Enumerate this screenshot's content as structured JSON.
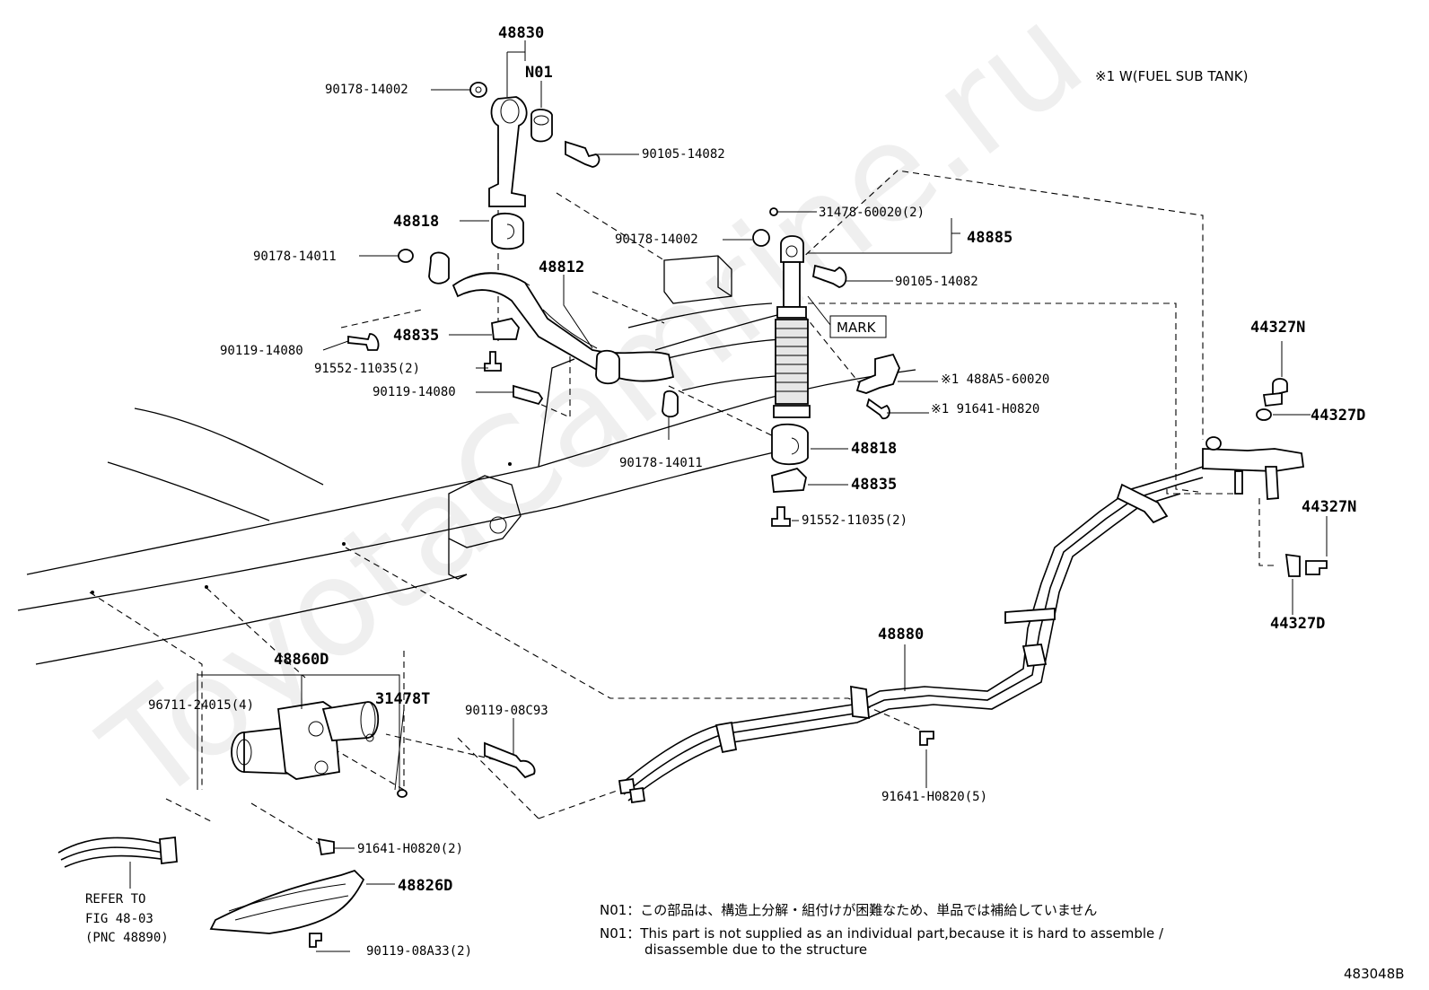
{
  "header_note": "※1 W(FUEL SUB TANK)",
  "figure_id": "483048B",
  "watermark": "ToyotaCamrine.ru",
  "mark_label": "MARK",
  "refer_lines": [
    "REFER TO",
    "FIG 48-03",
    "(PNC 48890)"
  ],
  "notes": [
    "N01：この部品は、構造上分解・組付けが困難なため、単品では補給していません",
    "N01：This part is not supplied as an individual part,because it is hard to assemble /",
    "disassemble due to the structure"
  ],
  "labels": {
    "p48830": "48830",
    "n01": "N01",
    "p90178_14002_a": "90178-14002",
    "p90105_14082_a": "90105-14082",
    "p48818_a": "48818",
    "p90178_14011_a": "90178-14011",
    "p48812": "48812",
    "p48835_a": "48835",
    "p90119_14080_a": "90119-14080",
    "p91552_11035_a": "91552-11035(2)",
    "p90119_14080_b": "90119-14080",
    "p90178_14002_b": "90178-14002",
    "p90178_14011_b": "90178-14011",
    "p31478_60020": "31478-60020(2)",
    "p48885": "48885",
    "p90105_14082_b": "90105-14082",
    "p488a5": "※1 488A5-60020",
    "p91641_h0820_s": "※1 91641-H0820",
    "p48818_b": "48818",
    "p48835_b": "48835",
    "p91552_11035_b": "91552-11035(2)",
    "p44327n_a": "44327N",
    "p44327d_a": "44327D",
    "p44327n_b": "44327N",
    "p44327d_b": "44327D",
    "p48880": "48880",
    "p48860d": "48860D",
    "p96711": "96711-24015(4)",
    "p31478t": "31478T",
    "p90119_08c93": "90119-08C93",
    "p91641_h0820_5": "91641-H0820(5)",
    "p91641_h0820_2": "91641-H0820(2)",
    "p48826d": "48826D",
    "p90119_08a33": "90119-08A33(2)"
  }
}
